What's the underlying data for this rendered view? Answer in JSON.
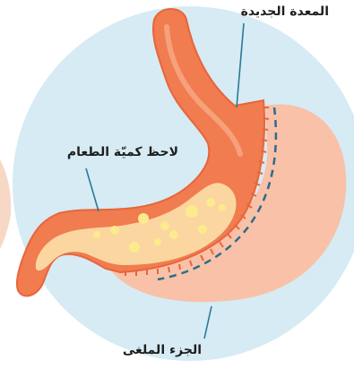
{
  "labels": {
    "new_stomach": "المعدة الجديدة",
    "food_amount": "لاحظ كميّة الطعام",
    "removed_part": "الجزء الملغى"
  },
  "colors": {
    "background_circle": "#d6ebf3",
    "removed_stomach": "#f9c1a8",
    "new_stomach_wall": "#f07c4f",
    "new_stomach_outline": "#e8653c",
    "food_fill": "#fbd6a0",
    "food_particles": "#fbeb8d",
    "staple_line": "#2b6c8c",
    "leader_lines": "#2b7a96"
  }
}
